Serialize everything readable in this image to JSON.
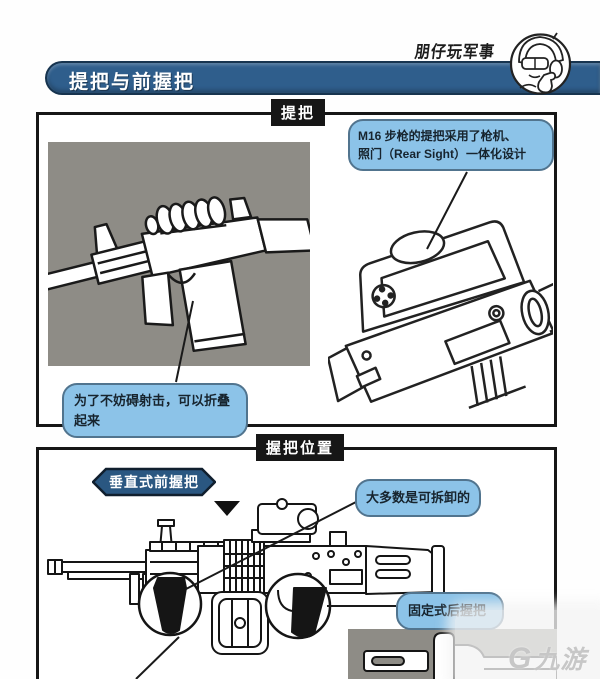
{
  "brand": {
    "logo_text": "朋仔玩军事",
    "mascot_icon": "helmet-goggles-thumbs-up-mascot"
  },
  "header": {
    "title": "提把与前握把",
    "bar_color": "#2f5e8c"
  },
  "section_handle": {
    "tag": "提把",
    "callout_m16_line1": "M16 步枪的提把采用了枪机、",
    "callout_m16_line2": "照门（Rear Sight）一体化设计",
    "callout_fold_line1": "为了不妨碍射击，可以折叠",
    "callout_fold_line2": "起来",
    "left_illustration": "fal-rifle-with-folded-carry-handle",
    "right_illustration": "m16-carry-handle-closeup"
  },
  "section_grip": {
    "tag": "握把位置",
    "banner": "垂直式前握把",
    "callout_detachable": "大多数是可拆卸的",
    "callout_fixed": "固定式后握把",
    "main_illustration": "m249-machine-gun-grip-positions",
    "inset_illustration": "fixed-rear-stock-closeup"
  },
  "watermark": {
    "glyph": "G",
    "text": "九游"
  },
  "colors": {
    "header_bar": "#2f5e8c",
    "banner_blue": "#2a5781",
    "callout_fill": "#8cc3e8",
    "callout_border": "#51748e",
    "tag_bg": "#161616",
    "photo_gray": "#8e8c86"
  }
}
